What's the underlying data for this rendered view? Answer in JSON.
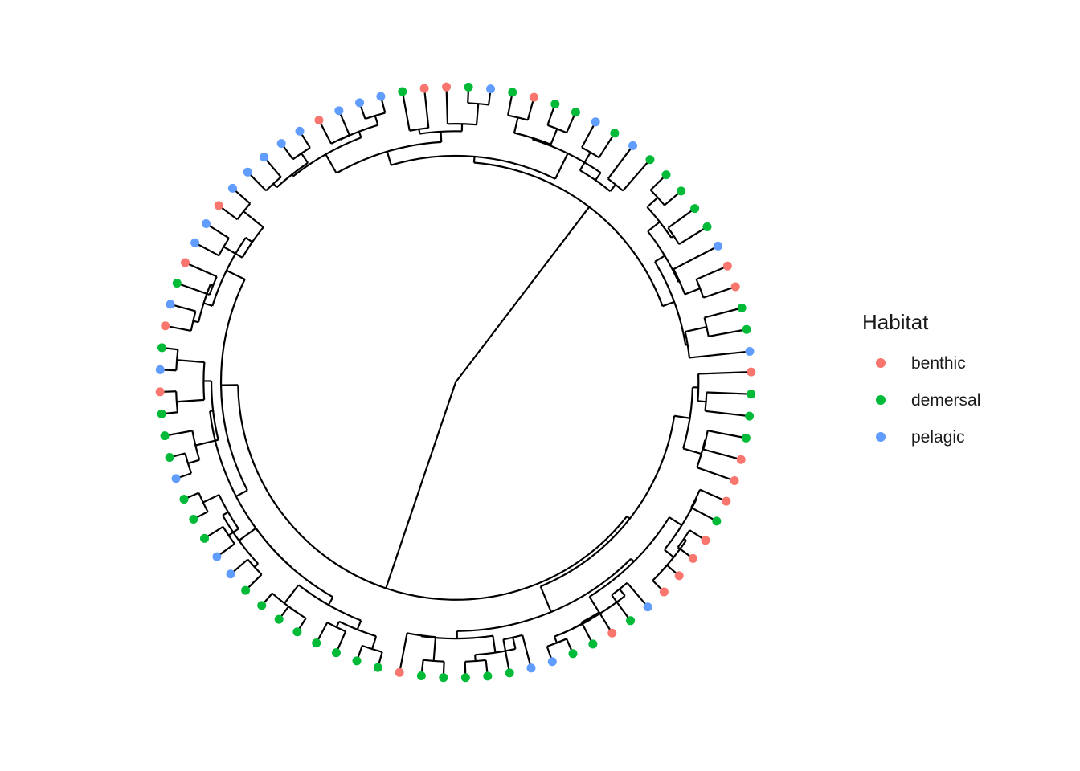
{
  "legend": {
    "title": "Habitat",
    "items": [
      {
        "label": "benthic",
        "color": "#F8766D"
      },
      {
        "label": "demersal",
        "color": "#00BA38"
      },
      {
        "label": "pelagic",
        "color": "#619CFF"
      }
    ]
  },
  "tree": {
    "layout": "fan",
    "tip_count": 84,
    "tip_habitats": [
      "benthic",
      "demersal",
      "demersal",
      "demersal",
      "benthic",
      "benthic",
      "benthic",
      "demersal",
      "benthic",
      "benthic",
      "benthic",
      "benthic",
      "pelagic",
      "demersal",
      "benthic",
      "demersal",
      "demersal",
      "pelagic",
      "pelagic",
      "demersal",
      "demersal",
      "demersal",
      "demersal",
      "demersal",
      "benthic",
      "demersal",
      "demersal",
      "demersal",
      "demersal",
      "demersal",
      "demersal",
      "demersal",
      "demersal",
      "pelagic",
      "pelagic",
      "demersal",
      "demersal",
      "demersal",
      "pelagic",
      "demersal",
      "demersal",
      "demersal",
      "benthic",
      "pelagic",
      "demersal",
      "benthic",
      "pelagic",
      "demersal",
      "benthic",
      "pelagic",
      "pelagic",
      "benthic",
      "pelagic",
      "pelagic",
      "pelagic",
      "pelagic",
      "pelagic",
      "benthic",
      "pelagic",
      "pelagic",
      "pelagic",
      "demersal",
      "benthic",
      "benthic",
      "demersal",
      "pelagic",
      "demersal",
      "benthic",
      "demersal",
      "demersal",
      "pelagic",
      "demersal",
      "pelagic",
      "demersal",
      "demersal",
      "demersal",
      "demersal",
      "demersal",
      "pelagic",
      "benthic",
      "benthic",
      "demersal",
      "demersal",
      "pelagic"
    ]
  }
}
